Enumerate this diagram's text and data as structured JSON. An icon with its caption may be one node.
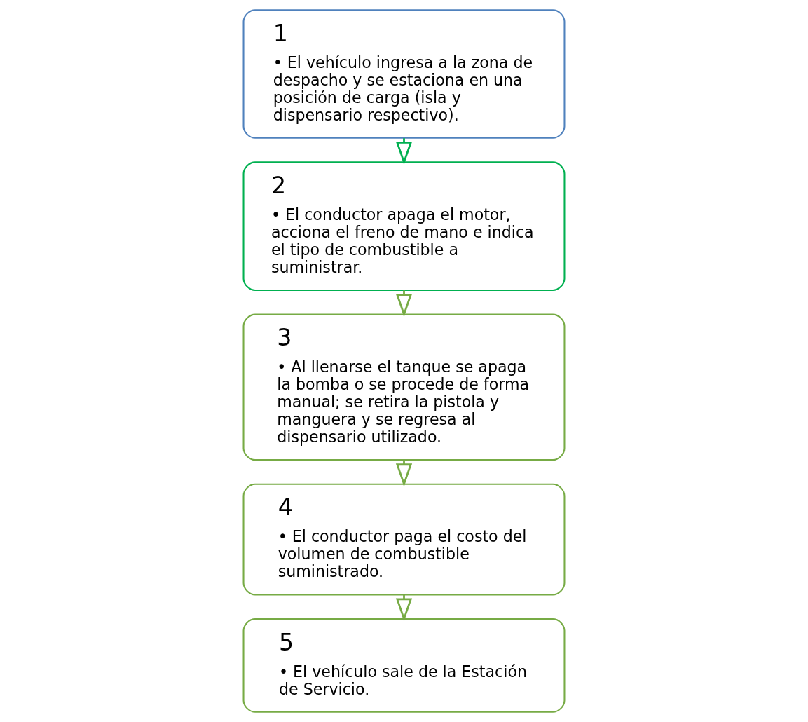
{
  "diagram": {
    "nodes": [
      {
        "text": [
          "1",
          "• El vehículo ingresa a la zona de despacho y se estaciona en una posición de carga (isla y dispensario respectivo)."
        ]
      },
      {
        "text": [
          "2",
          "• El conductor apaga el motor, acciona el freno de mano e indica el tipo de combustible a suministrar."
        ]
      },
      {
        "text": [
          "3",
          "• Al llenarse el tanque se apaga la bomba o se procede de forma manual; se retira la pistola y manguera y se regresa al dispensario utilizado."
        ]
      },
      {
        "text": [
          "4",
          "• El conductor paga el costo del volumen de combustible suministrado."
        ]
      },
      {
        "text": [
          "5",
          "• El vehículo sale de la Estación de Servicio."
        ]
      }
    ],
    "edges": [
      {
        "from": 0,
        "to": 1,
        "arrow": "to",
        "color": "#00b050"
      },
      {
        "from": 1,
        "to": 2,
        "arrow": "to"
      },
      {
        "from": 2,
        "to": 3,
        "arrow": "to"
      },
      {
        "from": 3,
        "to": 4,
        "arrow": "to"
      }
    ]
  }
}
